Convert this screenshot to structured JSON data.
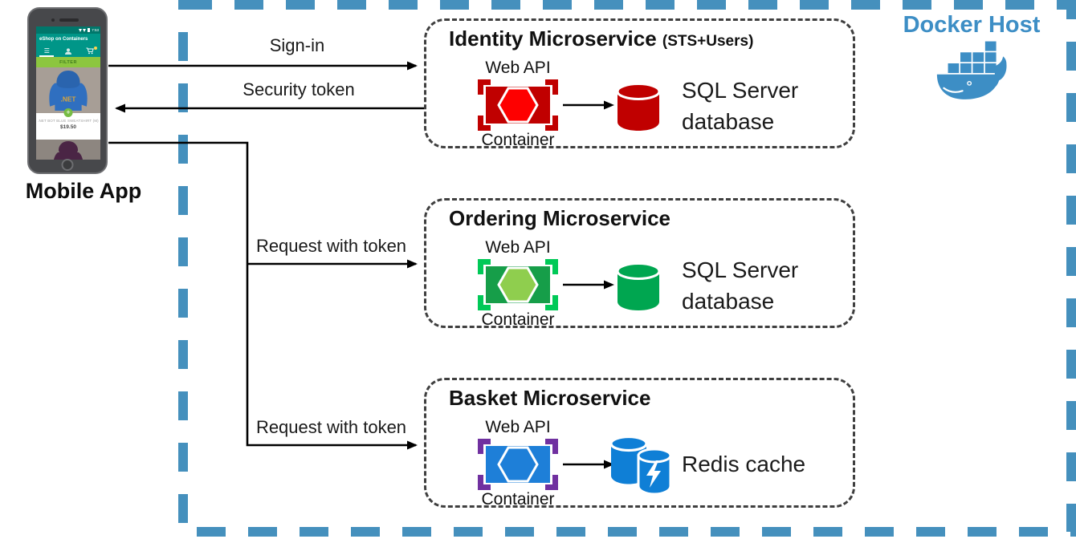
{
  "docker_host": {
    "label": "Docker Host",
    "border_color": "#4590bd"
  },
  "mobile_app": {
    "label": "Mobile App",
    "screen": {
      "status_time": "7:53",
      "app_title": "eShop on Containers",
      "filter_label": "FILTER",
      "hoodie_text": ".NET",
      "product_name": ".NET BOT BLUE SWEATSHIRT (M)",
      "product_price": "$19.50"
    }
  },
  "arrows": [
    {
      "id": "sign-in",
      "label": "Sign-in"
    },
    {
      "id": "security-token",
      "label": "Security token"
    },
    {
      "id": "request-ordering",
      "label": "Request with token"
    },
    {
      "id": "request-basket",
      "label": "Request with token"
    }
  ],
  "services": [
    {
      "title": "Identity Microservice",
      "title_suffix": "(STS+Users)",
      "api_label": "Web API",
      "container_label": "Container",
      "store_label": "SQL Server database",
      "colors": {
        "container": "#c00000",
        "bracket": "#c00000",
        "hexagon": "#fe0000",
        "database": "#c00000"
      }
    },
    {
      "title": "Ordering Microservice",
      "title_suffix": "",
      "api_label": "Web API",
      "container_label": "Container",
      "store_label": "SQL Server database",
      "colors": {
        "container": "#169e49",
        "bracket": "#00c957",
        "hexagon": "#8fce4e",
        "database": "#00a650"
      }
    },
    {
      "title": "Basket Microservice",
      "title_suffix": "",
      "api_label": "Web API",
      "container_label": "Container",
      "store_label": "Redis cache",
      "colors": {
        "container": "#1e7fd8",
        "bracket": "#7030a0",
        "hexagon": "#1e7fd8",
        "database": "#0f7fd6"
      }
    }
  ],
  "colors": {
    "docker_blue": "#3d8ec5",
    "box_dash": "#3f3f3f",
    "teal_header": "#009688",
    "lime_filter": "#8cc63f"
  }
}
